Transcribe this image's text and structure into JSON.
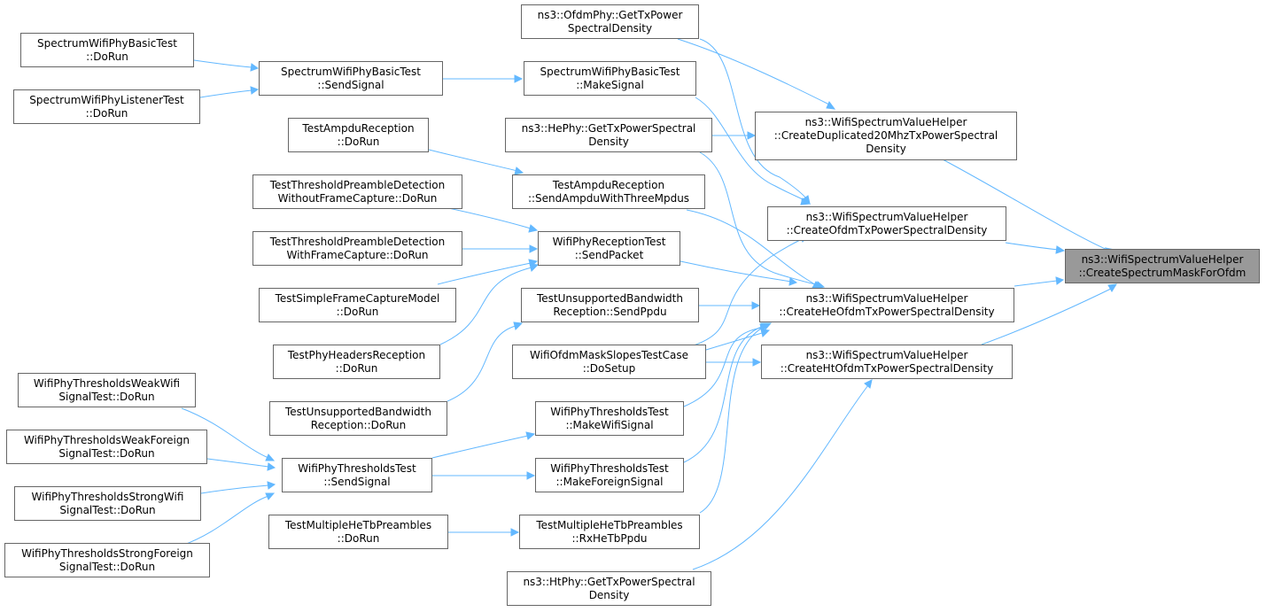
{
  "nodes": {
    "root": [
      "ns3::WifiSpectrumValueHelper",
      "::CreateSpectrumMaskForOfdm"
    ],
    "dup20": [
      "ns3::WifiSpectrumValueHelper",
      "::CreateDuplicated20MhzTxPowerSpectral",
      "Density"
    ],
    "ofdm_tx": [
      "ns3::WifiSpectrumValueHelper",
      "::CreateOfdmTxPowerSpectralDensity"
    ],
    "heofdm": [
      "ns3::WifiSpectrumValueHelper",
      "::CreateHeOfdmTxPowerSpectralDensity"
    ],
    "htofdm": [
      "ns3::WifiSpectrumValueHelper",
      "::CreateHtOfdmTxPowerSpectralDensity"
    ],
    "ofdmphy": [
      "ns3::OfdmPhy::GetTxPower",
      "SpectralDensity"
    ],
    "makesignal": [
      "SpectrumWifiPhyBasicTest",
      "::MakeSignal"
    ],
    "hephy": [
      "ns3::HePhy::GetTxPowerSpectral",
      "Density"
    ],
    "sendampdu": [
      "TestAmpduReception",
      "::SendAmpduWithThreeMpdus"
    ],
    "sendpacket": [
      "WifiPhyReceptionTest",
      "::SendPacket"
    ],
    "sendppdu": [
      "TestUnsupportedBandwidth",
      "Reception::SendPpdu"
    ],
    "masksetup": [
      "WifiOfdmMaskSlopesTestCase",
      "::DoSetup"
    ],
    "makewifi": [
      "WifiPhyThresholdsTest",
      "::MakeWifiSignal"
    ],
    "makeforeign": [
      "WifiPhyThresholdsTest",
      "::MakeForeignSignal"
    ],
    "rxhetb": [
      "TestMultipleHeTbPreambles",
      "::RxHeTbPpdu"
    ],
    "htphy": [
      "ns3::HtPhy::GetTxPowerSpectral",
      "Density"
    ],
    "sendsignal1": [
      "SpectrumWifiPhyBasicTest",
      "::SendSignal"
    ],
    "ampdurun": [
      "TestAmpduReception",
      "::DoRun"
    ],
    "tpd_without": [
      "TestThresholdPreambleDetection",
      "WithoutFrameCapture::DoRun"
    ],
    "tpd_with": [
      "TestThresholdPreambleDetection",
      "WithFrameCapture::DoRun"
    ],
    "simplefc": [
      "TestSimpleFrameCaptureModel",
      "::DoRun"
    ],
    "phyheaders": [
      "TestPhyHeadersReception",
      "::DoRun"
    ],
    "unsuprun": [
      "TestUnsupportedBandwidth",
      "Reception::DoRun"
    ],
    "sendsignal2": [
      "WifiPhyThresholdsTest",
      "::SendSignal"
    ],
    "multirun": [
      "TestMultipleHeTbPreambles",
      "::DoRun"
    ],
    "basicrun": [
      "SpectrumWifiPhyBasicTest",
      "::DoRun"
    ],
    "listenerrun": [
      "SpectrumWifiPhyListenerTest",
      "::DoRun"
    ],
    "weakwifi": [
      "WifiPhyThresholdsWeakWifi",
      "SignalTest::DoRun"
    ],
    "weakforeign": [
      "WifiPhyThresholdsWeakForeign",
      "SignalTest::DoRun"
    ],
    "strongwifi": [
      "WifiPhyThresholdsStrongWifi",
      "SignalTest::DoRun"
    ],
    "strongforeign": [
      "WifiPhyThresholdsStrongForeign",
      "SignalTest::DoRun"
    ]
  },
  "colors": {
    "edge": "#63b8ff",
    "node_border": "#666666",
    "root_fill": "#999999"
  }
}
